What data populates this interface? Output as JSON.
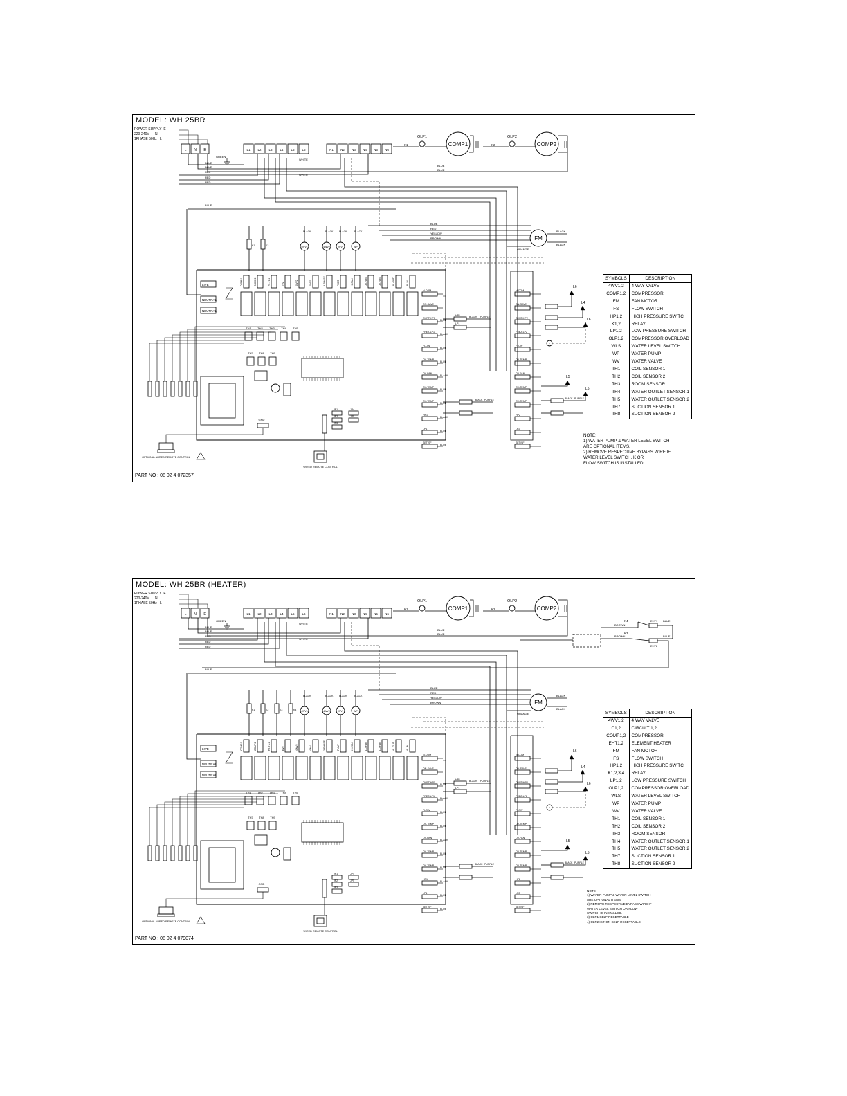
{
  "diagrams": [
    {
      "model_title": "MODEL: WH 25BR",
      "power_supply": [
        "POWER SUPPLY  E",
        "220-240V      N",
        "1PHASE 50Hz   L"
      ],
      "part_no": "PART NO : 08 02 4 072357",
      "symbols_header": [
        "SYMBOLS",
        "DESCRIPTION"
      ],
      "symbols": [
        [
          "4WV1,2",
          "4 WAY VALVE"
        ],
        [
          "COMP1,2",
          "COMPRESSOR"
        ],
        [
          "FM",
          "FAN MOTOR"
        ],
        [
          "FS",
          "FLOW SWITCH"
        ],
        [
          "HP1,2",
          "HIGH PRESSURE SWITCH"
        ],
        [
          "K1,2",
          "RELAY"
        ],
        [
          "LP1,2",
          "LOW PRESSURE SWITCH"
        ],
        [
          "OLP1,2",
          "COMPRESSOR OVERLOAD"
        ],
        [
          "WLS",
          "WATER LEVEL SWITCH"
        ],
        [
          "WP",
          "WATER PUMP"
        ],
        [
          "WV",
          "WATER VALVE"
        ],
        [
          "TH1",
          "COIL SENSOR 1"
        ],
        [
          "TH2",
          "COIL SENSOR 2"
        ],
        [
          "TH3",
          "ROOM SENSOR"
        ],
        [
          "TH4",
          "WATER OUTLET SENSOR 1"
        ],
        [
          "TH5",
          "WATER OUTLET SENSOR 2"
        ],
        [
          "TH7",
          "SUCTION SENSOR 1"
        ],
        [
          "TH8",
          "SUCTION SENSOR 2"
        ]
      ],
      "note_lines": [
        "NOTE:",
        "1) WATER PUMP & WATER LEVEL SWITCH",
        "   ARE OPTIONAL ITEMS.",
        "2) REMOVE RESPECTIVE BYPASS WIRE IF",
        "   WATER LEVEL SWITCH, K OR",
        "   FLOW SWITCH IS INSTALLED."
      ]
    },
    {
      "model_title": "MODEL: WH 25BR (HEATER)",
      "power_supply": [
        "POWER SUPPLY  E",
        "220-240V      N",
        "1PHASE 50Hz   L"
      ],
      "part_no": "PART NO : 08 02 4 079074",
      "symbols_header": [
        "SYMBOLS",
        "DESCRIPTION"
      ],
      "symbols": [
        [
          "4WV1,2",
          "4 WAY VALVE"
        ],
        [
          "C1,2",
          "CIRCUIT 1,2"
        ],
        [
          "COMP1,2",
          "COMPRESSOR"
        ],
        [
          "EHT1,2",
          "ELEMENT HEATER"
        ],
        [
          "FM",
          "FAN MOTOR"
        ],
        [
          "FS",
          "FLOW SWITCH"
        ],
        [
          "HP1,2",
          "HIGH PRESSURE SWITCH"
        ],
        [
          "K1,2,3,4",
          "RELAY"
        ],
        [
          "LP1,2",
          "LOW PRESSURE SWITCH"
        ],
        [
          "OLP1,2",
          "COMPRESSOR OVERLOAD"
        ],
        [
          "WLS",
          "WATER LEVEL SWITCH"
        ],
        [
          "WP",
          "WATER PUMP"
        ],
        [
          "WV",
          "WATER VALVE"
        ],
        [
          "TH1",
          "COIL SENSOR 1"
        ],
        [
          "TH2",
          "COIL SENSOR 2"
        ],
        [
          "TH3",
          "ROOM SENSOR"
        ],
        [
          "TH4",
          "WATER OUTLET SENSOR 1"
        ],
        [
          "TH5",
          "WATER OUTLET SENSOR 2"
        ],
        [
          "TH7",
          "SUCTION SENSOR 1"
        ],
        [
          "TH8",
          "SUCTION SENSOR 2"
        ]
      ],
      "note_lines": [
        "NOTE:",
        "1) WATER PUMP & WATER LEVEL SWITCH",
        "   ARE OPTIONAL ITEMS.",
        "2) REMOVE RESPECTIVE BYPASS WIRE IF",
        "   WATER LEVEL SWITCH OR FLOW",
        "   SWITCH IS INSTALLED.",
        "3) OLP1 SELF RESETTABLE",
        "4) OLP2 IS NON SELF RESETTABLE"
      ]
    }
  ],
  "labels": {
    "terminals_left": [
      "L",
      "N",
      "E"
    ],
    "terminals_l": [
      "L1",
      "L2",
      "L3",
      "L4",
      "L5",
      "L6"
    ],
    "terminals_n": [
      "N1",
      "N2",
      "N3",
      "N4",
      "N5",
      "N6"
    ],
    "comp1": "COMP1",
    "comp2": "COMP2",
    "olp1": "OLP1",
    "olp2": "OLP2",
    "fan_motor": "FM",
    "valves": [
      "4WV1",
      "4WV2",
      "WV",
      "WP"
    ],
    "board_left": [
      "LIVE",
      "NEUTRAL",
      "NEUTRAL"
    ],
    "board_top": [
      "COMP1",
      "COMP2",
      "HT-TC1",
      "EV2",
      "4WV2",
      "4WV1",
      "3-PHASE",
      "PUMP",
      "HI-FAN",
      "LO-FAN",
      "LO-FAN",
      "AL-OUT",
      "AL-IN"
    ],
    "th_top": [
      "TH1",
      "TH2",
      "TH3",
      "TH4",
      "TH5"
    ],
    "th_mid": [
      "TH7",
      "TH8",
      "TH9"
    ],
    "right_inputs": [
      "N-COM",
      "ON-SAVE",
      "OVRT/HP1",
      "FREZ-LP1",
      "FLOW",
      "OV-TEMP",
      "OV-FAN",
      "OV-TEMP",
      "OV-TEMP",
      "HP1",
      "LP1",
      "SET/SF"
    ],
    "right_inputs2": [
      "N-COM",
      "ON-SAVE",
      "OVRT/HP2",
      "FREZ-LP2",
      "FLOW",
      "OV-TEMP",
      "OV-FAN",
      "OV-TEMP",
      "OV-TEMP",
      "HP2",
      "LP2",
      "SET/SF"
    ],
    "l_refs": [
      "L6",
      "L4",
      "L6",
      "L5",
      "L5"
    ],
    "jp": [
      "JP1",
      "JP2",
      "JP3",
      "JP4",
      "JP5"
    ],
    "gnd": "GND",
    "remote_left": "OPTIONAL WIRED REMOTE CONTROL",
    "remote_mid": "WIRED REMOTE CONTROL",
    "k_labels": [
      "K1",
      "K2",
      "K3",
      "K4"
    ],
    "wire_colors": [
      "BLUE",
      "RED",
      "YELLOW",
      "BROWN",
      "BLACK",
      "WHITE",
      "GREEN",
      "ORANGE",
      "PURPLE"
    ],
    "heater": [
      "EHT1",
      "EHT2",
      "BROWN",
      "BLUE"
    ]
  },
  "colors": {
    "ink": "#000000",
    "paper": "#ffffff"
  }
}
